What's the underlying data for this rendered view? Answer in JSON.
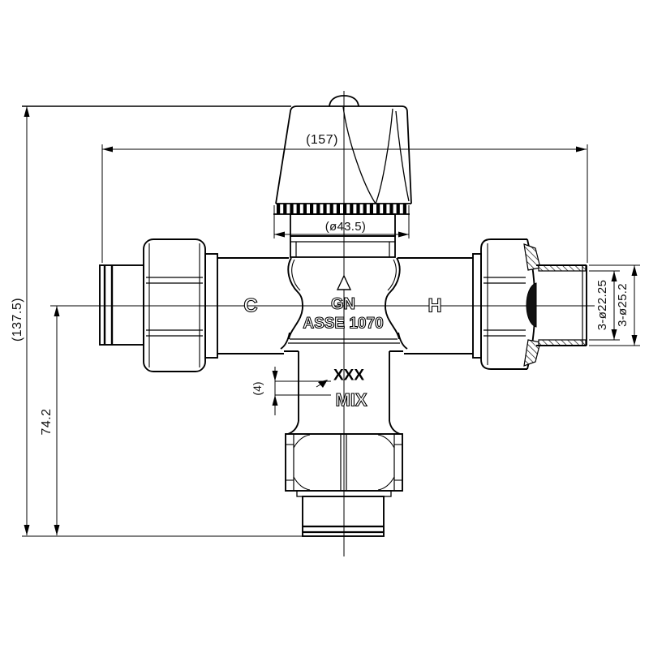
{
  "drawing": {
    "colors": {
      "line": "#000000",
      "background": "#ffffff",
      "gasket_fill": "#111111"
    },
    "dimensions": {
      "overall_width": "(157)",
      "knob_diameter": "(ø43.5)",
      "overall_height": "(137.5)",
      "center_height": "74.2",
      "port_bore": "3-ø22.25",
      "port_outer": "3-ø25.2",
      "marking_height": "(4)"
    },
    "labels": {
      "cold_port": "C",
      "hot_port": "H",
      "brand": "GN",
      "standard": "ASSE 1070",
      "marking_placeholder": "XXX",
      "mixed_outlet": "MIX"
    }
  }
}
